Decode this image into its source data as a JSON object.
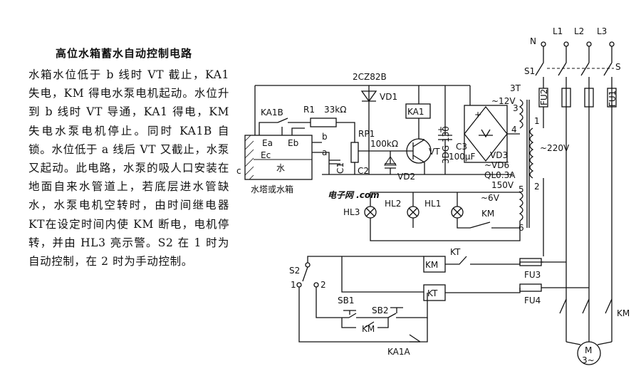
{
  "article": {
    "title": "高位水箱蓄水自动控制电路",
    "body": "水箱水位低于 b 线时 VT 截止，KA1 失电，KM 得电水泵电机起动。水位升到 b 线时 VT 导通，KA1 得电，KM 失电水泵电机停止。同时 KA1B 自锁。水位低于 a 线后 VT 又截止，水泵又起动。此电路，水泵的吸人口安装在地面自来水管道上，若底层进水管缺水，水泵电机空转时，由时间继电器 KT在设定时间内使 KM 断电，电机停转，并由 HL3 亮示警。S2 在 1 时为自动控制，在 2 时为手动控制。"
  },
  "diagram": {
    "labels": {
      "diode": "2CZ82B",
      "vd1": "VD1",
      "ka1": "KA1",
      "ka1b": "KA1B",
      "r1": "R1",
      "r1_val": "33kΩ",
      "rp1": "RP1",
      "rp1_val": "100kΩ",
      "vt": "VT",
      "vt_type": "3DG 130",
      "c3": "C3",
      "c3_val": "100μF",
      "c1": "C1",
      "c2": "C2",
      "vd2": "VD2",
      "tank": "水塔或水箱",
      "water": "水",
      "ea": "Ea",
      "eb": "Eb",
      "ec": "Ec",
      "a": "a",
      "b": "b",
      "c": "c",
      "ac12": "~12V",
      "vd3": "VD3",
      "vd6": "~VD6",
      "ql": "QL0.3A",
      "v150": "150V",
      "t3": "3T",
      "n3": "3",
      "n4": "4",
      "n5": "5",
      "n6": "6",
      "n1": "1",
      "n2": "2",
      "ac220": "~220V",
      "ac6": "~6V",
      "hl3": "HL3",
      "hl2": "HL2",
      "hl1": "HL1",
      "km": "KM",
      "km2": "KM",
      "km3": "KM",
      "N": "N",
      "L1": "L1",
      "L2": "L2",
      "L3": "L3",
      "S": "S",
      "S1": "S1",
      "FU2": "FU2",
      "FU1": "FU1",
      "S2": "S2",
      "s2_1": "1",
      "s2_2": "2",
      "KT": "KT",
      "km_coil": "KM",
      "kt_coil": "KT",
      "FU3": "FU3",
      "FU4": "FU4",
      "SB1": "SB1",
      "SB2": "SB2",
      "KA1A": "KA1A",
      "motor": "M",
      "motor_phase": "3~",
      "plus": "+",
      "plus2": "+"
    },
    "watermark": "电子网 .com"
  }
}
